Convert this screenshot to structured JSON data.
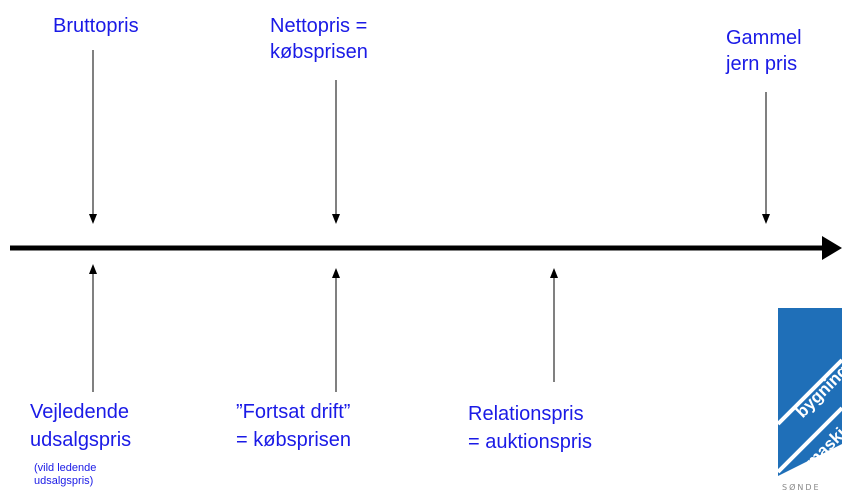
{
  "labels": {
    "bruttopris": "Bruttopris",
    "nettopris_line1": "Nettopris =",
    "nettopris_line2": "købsprisen",
    "gammel_line1": "Gammel",
    "gammel_line2": "jern pris",
    "vejledende_line1": "Vejledende",
    "vejledende_line2": "udsalgspris",
    "vejledende_note_line1": "(vild ledende",
    "vejledende_note_line2": "udsalgspris)",
    "fortsat_line1": "”Fortsat drift”",
    "fortsat_line2": "= købsprisen",
    "relation_line1": "Relationspris",
    "relation_line2": "= auktionspris"
  },
  "logo": {
    "text1": "bygning",
    "text2": "maski",
    "caption": "SØNDE"
  },
  "colors": {
    "label": "#1a1ae6",
    "axis": "#000000",
    "logo_blue": "#1f6fb8"
  }
}
